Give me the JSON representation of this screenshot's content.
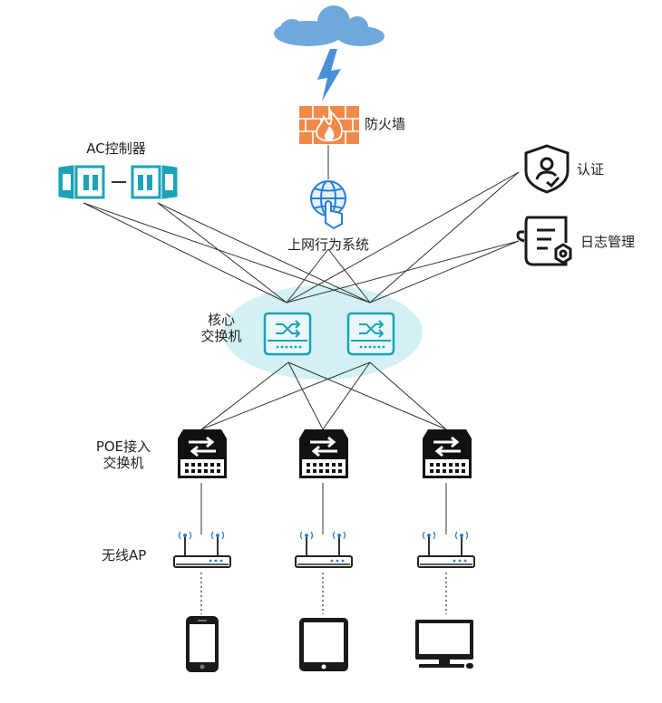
{
  "colors": {
    "cloud": "#6fa8dc",
    "lightning": "#4a90d9",
    "firewall": "#f08a4b",
    "teal": "#1aa3b8",
    "core_ellipse": "#d3f0f4",
    "dark": "#1a1a1a",
    "line": "#333333"
  },
  "nodes": {
    "internet": {
      "icon": "cloud-icon"
    },
    "firewall": {
      "label": "防火墙",
      "icon": "firewall-icon"
    },
    "behavior": {
      "label": "上网行为系统",
      "icon": "globe-hand-icon"
    },
    "ac": {
      "label": "AC控制器",
      "icon": "ac-controller-icon"
    },
    "auth": {
      "label": "认证",
      "icon": "shield-user-icon"
    },
    "log": {
      "label": "日志管理",
      "icon": "log-management-icon"
    },
    "core": {
      "label_line1": "核心",
      "label_line2": "交换机",
      "icon": "core-switch-icon"
    },
    "poe": {
      "label_line1": "POE接入",
      "label_line2": "交换机",
      "icon": "poe-switch-icon"
    },
    "ap": {
      "label": "无线AP",
      "icon": "wireless-ap-icon"
    },
    "devices": [
      "phone-icon",
      "tablet-icon",
      "desktop-icon"
    ]
  }
}
